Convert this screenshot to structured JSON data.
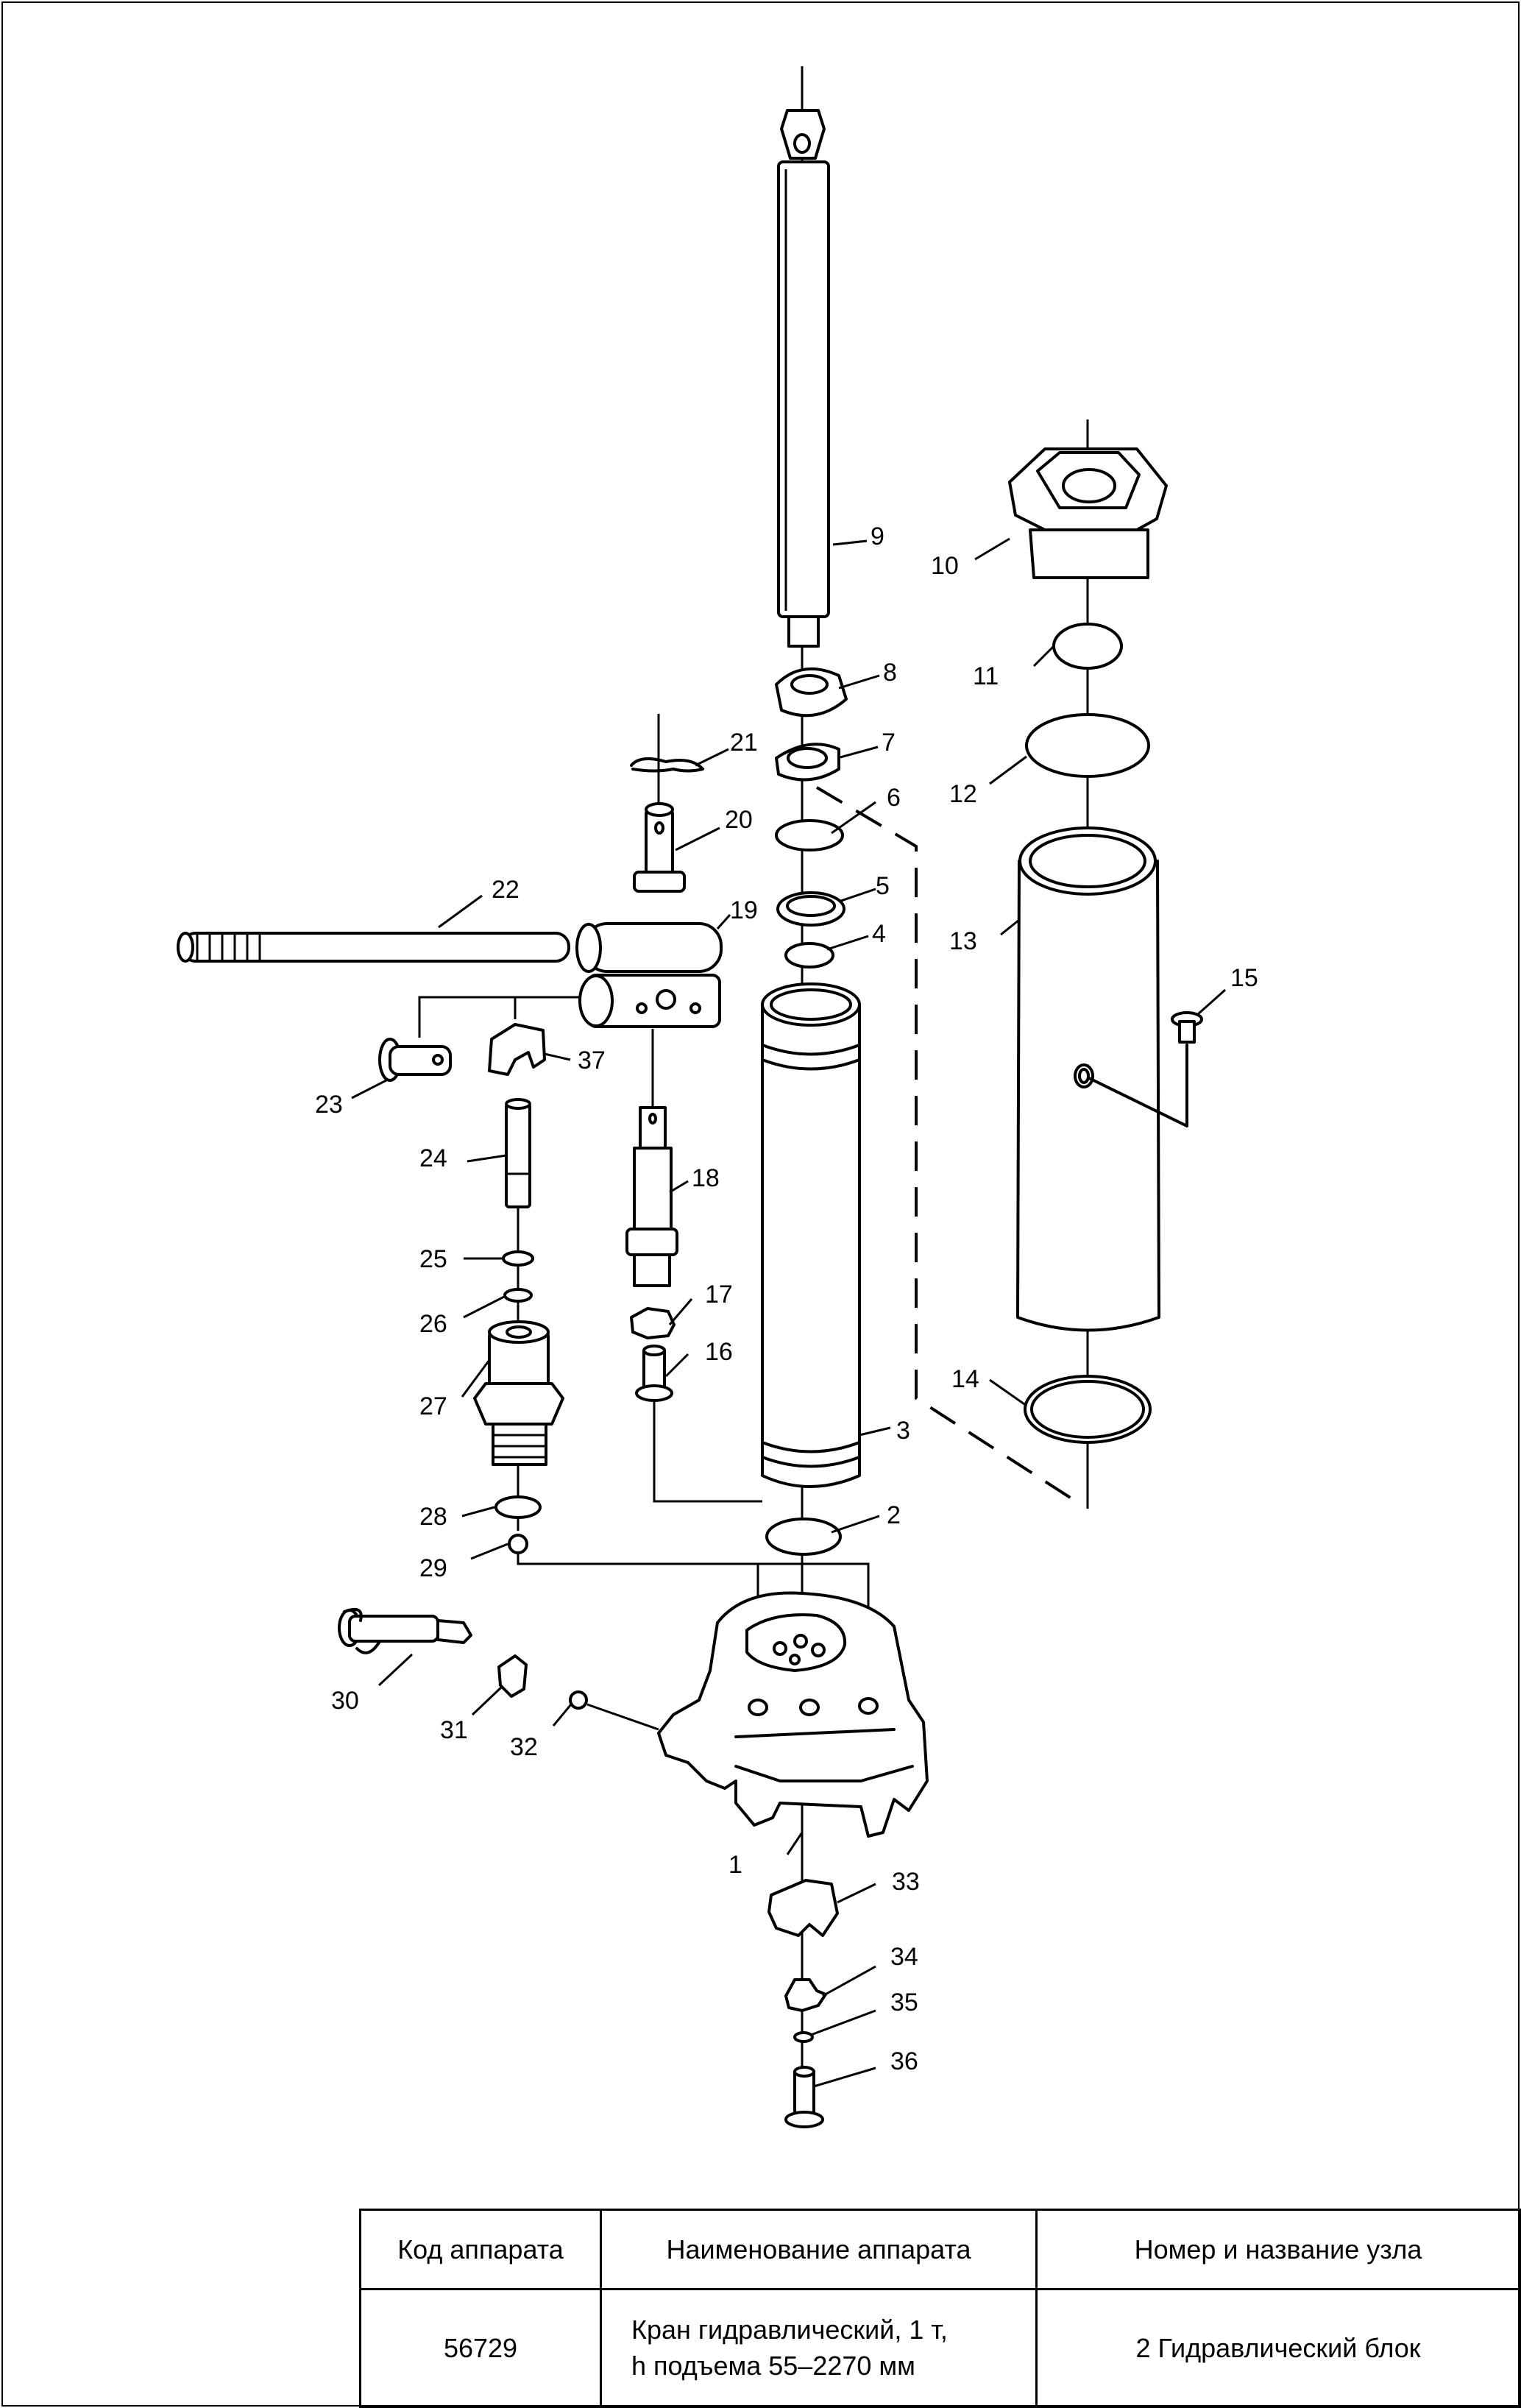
{
  "callouts": [
    {
      "num": "1"
    },
    {
      "num": "2"
    },
    {
      "num": "3"
    },
    {
      "num": "4"
    },
    {
      "num": "5"
    },
    {
      "num": "6"
    },
    {
      "num": "7"
    },
    {
      "num": "8"
    },
    {
      "num": "9"
    },
    {
      "num": "10"
    },
    {
      "num": "11"
    },
    {
      "num": "12"
    },
    {
      "num": "13"
    },
    {
      "num": "14"
    },
    {
      "num": "15"
    },
    {
      "num": "16"
    },
    {
      "num": "17"
    },
    {
      "num": "18"
    },
    {
      "num": "19"
    },
    {
      "num": "20"
    },
    {
      "num": "21"
    },
    {
      "num": "22"
    },
    {
      "num": "23"
    },
    {
      "num": "24"
    },
    {
      "num": "25"
    },
    {
      "num": "26"
    },
    {
      "num": "27"
    },
    {
      "num": "28"
    },
    {
      "num": "29"
    },
    {
      "num": "30"
    },
    {
      "num": "31"
    },
    {
      "num": "32"
    },
    {
      "num": "33"
    },
    {
      "num": "34"
    },
    {
      "num": "35"
    },
    {
      "num": "36"
    },
    {
      "num": "37"
    }
  ],
  "title_block": {
    "headers": {
      "code": "Код аппарата",
      "name": "Наименование аппарата",
      "assembly": "Номер и название узла"
    },
    "values": {
      "code": "56729",
      "name_line1": "Кран гидравлический, 1 т,",
      "name_line2": "h подъема 55–2270 мм",
      "assembly": "2 Гидравлический блок"
    }
  }
}
